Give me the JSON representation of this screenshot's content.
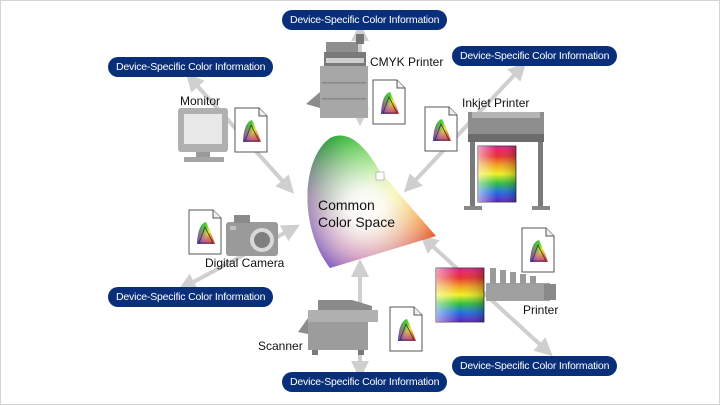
{
  "center": {
    "line1": "Common",
    "line2": "Color Space"
  },
  "pill_text": "Device-Specific Color Information",
  "devices": {
    "cmyk": "CMYK Printer",
    "monitor": "Monitor",
    "inkjet": "Inkjet Printer",
    "camera": "Digital Camera",
    "printer": "Printer",
    "scanner": "Scanner"
  },
  "colors": {
    "pill": "#0a2f7a",
    "arrow": "#cfcfcf",
    "device": "#9a9a9a"
  }
}
